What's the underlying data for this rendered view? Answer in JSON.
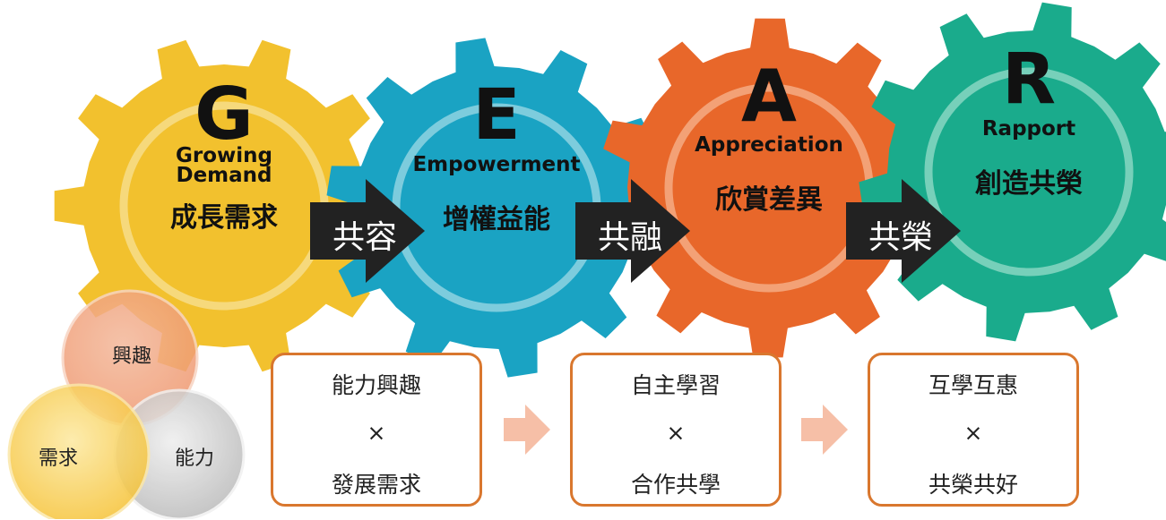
{
  "gears": [
    {
      "letter": "G",
      "english": "Growing\nDemand",
      "chinese": "成長需求",
      "color": "#f2c12e",
      "ring": "#f7dd8a"
    },
    {
      "letter": "E",
      "english": "Empowerment",
      "chinese": "增權益能",
      "color": "#1aa3c3",
      "ring": "#8fd3e2"
    },
    {
      "letter": "A",
      "english": "Appreciation",
      "chinese": "欣賞差異",
      "color": "#e8672a",
      "ring": "#f4ab84"
    },
    {
      "letter": "R",
      "english": "Rapport",
      "chinese": "創造共榮",
      "color": "#1aab8c",
      "ring": "#88d6c2"
    }
  ],
  "connectors": [
    "共容",
    "共融",
    "共榮"
  ],
  "venn": {
    "top": "興趣",
    "left": "需求",
    "right": "能力"
  },
  "boxes": [
    {
      "line1": "能力興趣",
      "times": "×",
      "line2": "發展需求"
    },
    {
      "line1": "自主學習",
      "times": "×",
      "line2": "合作共學"
    },
    {
      "line1": "互學互惠",
      "times": "×",
      "line2": "共榮共好"
    }
  ],
  "colors": {
    "box_border": "#d9772e",
    "small_arrow": "#f6bfa7",
    "connector_arrow": "#222222"
  }
}
